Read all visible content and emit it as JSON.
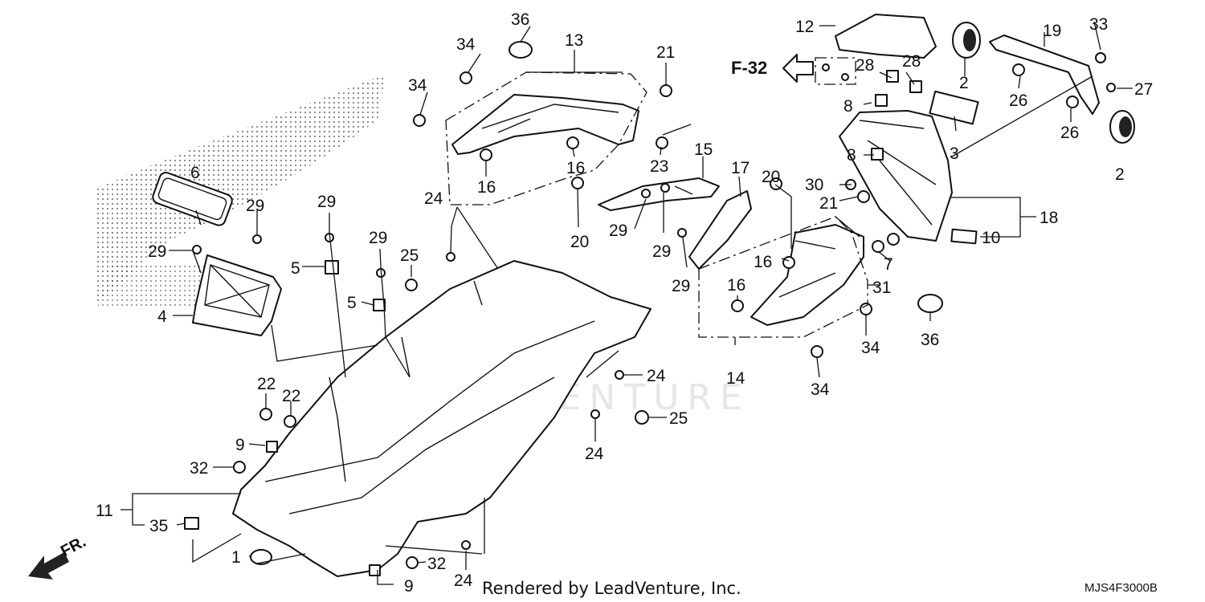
{
  "diagram": {
    "direction_ref": "F-32",
    "front_marker": "FR.",
    "credit": "Rendered by LeadVenture, Inc.",
    "diagram_code": "MJS4F3000B",
    "watermark": "LEADVENTURE",
    "callouts": [
      "1",
      "2",
      "3",
      "4",
      "5",
      "6",
      "7",
      "8",
      "9",
      "10",
      "11",
      "12",
      "13",
      "14",
      "15",
      "16",
      "17",
      "18",
      "19",
      "20",
      "21",
      "22",
      "23",
      "24",
      "25",
      "26",
      "27",
      "28",
      "29",
      "30",
      "31",
      "32",
      "33",
      "34",
      "35",
      "36"
    ]
  }
}
